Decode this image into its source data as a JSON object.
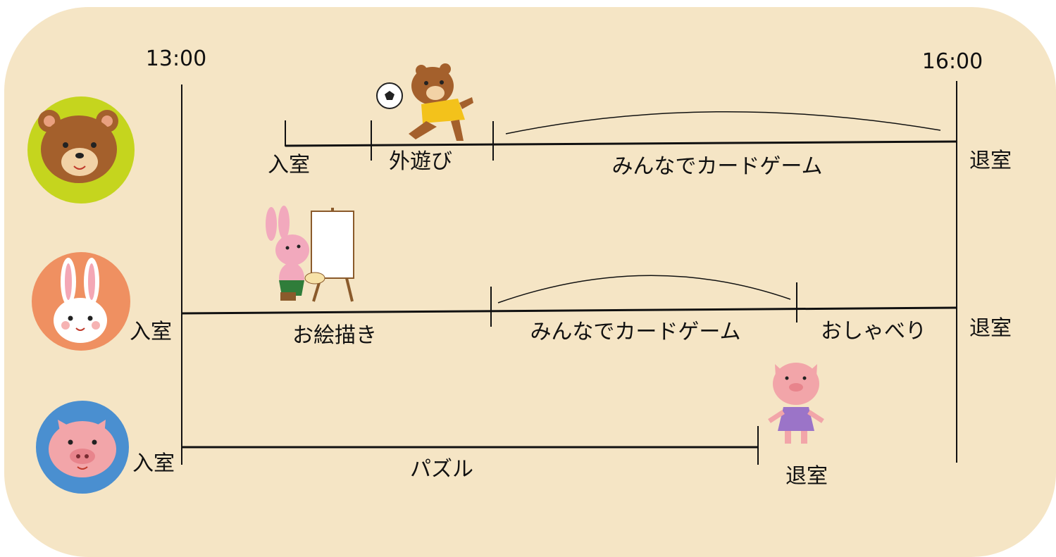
{
  "colors": {
    "background": "#f5e5c5",
    "line": "#111111",
    "bear_badge": "#c5d51e",
    "rabbit_badge": "#ef9061",
    "pig_badge": "#4a8fd0"
  },
  "times": {
    "start": "13:00",
    "end": "16:00"
  },
  "rows": [
    {
      "character": "bear",
      "icon": "bear-face-icon",
      "illustration": "bear-playing-soccer-icon",
      "entry_label": "入室",
      "exit_label": "退室",
      "activities": [
        "外遊び",
        "みんなでカードゲーム"
      ]
    },
    {
      "character": "rabbit",
      "icon": "rabbit-face-icon",
      "illustration": "rabbit-painting-icon",
      "entry_label": "入室",
      "exit_label": "退室",
      "activities": [
        "お絵描き",
        "みんなでカードゲーム",
        "おしゃべり"
      ]
    },
    {
      "character": "pig",
      "icon": "pig-face-icon",
      "illustration": "pig-standing-icon",
      "entry_label": "入室",
      "exit_label": "退室",
      "activities": [
        "パズル"
      ]
    }
  ]
}
